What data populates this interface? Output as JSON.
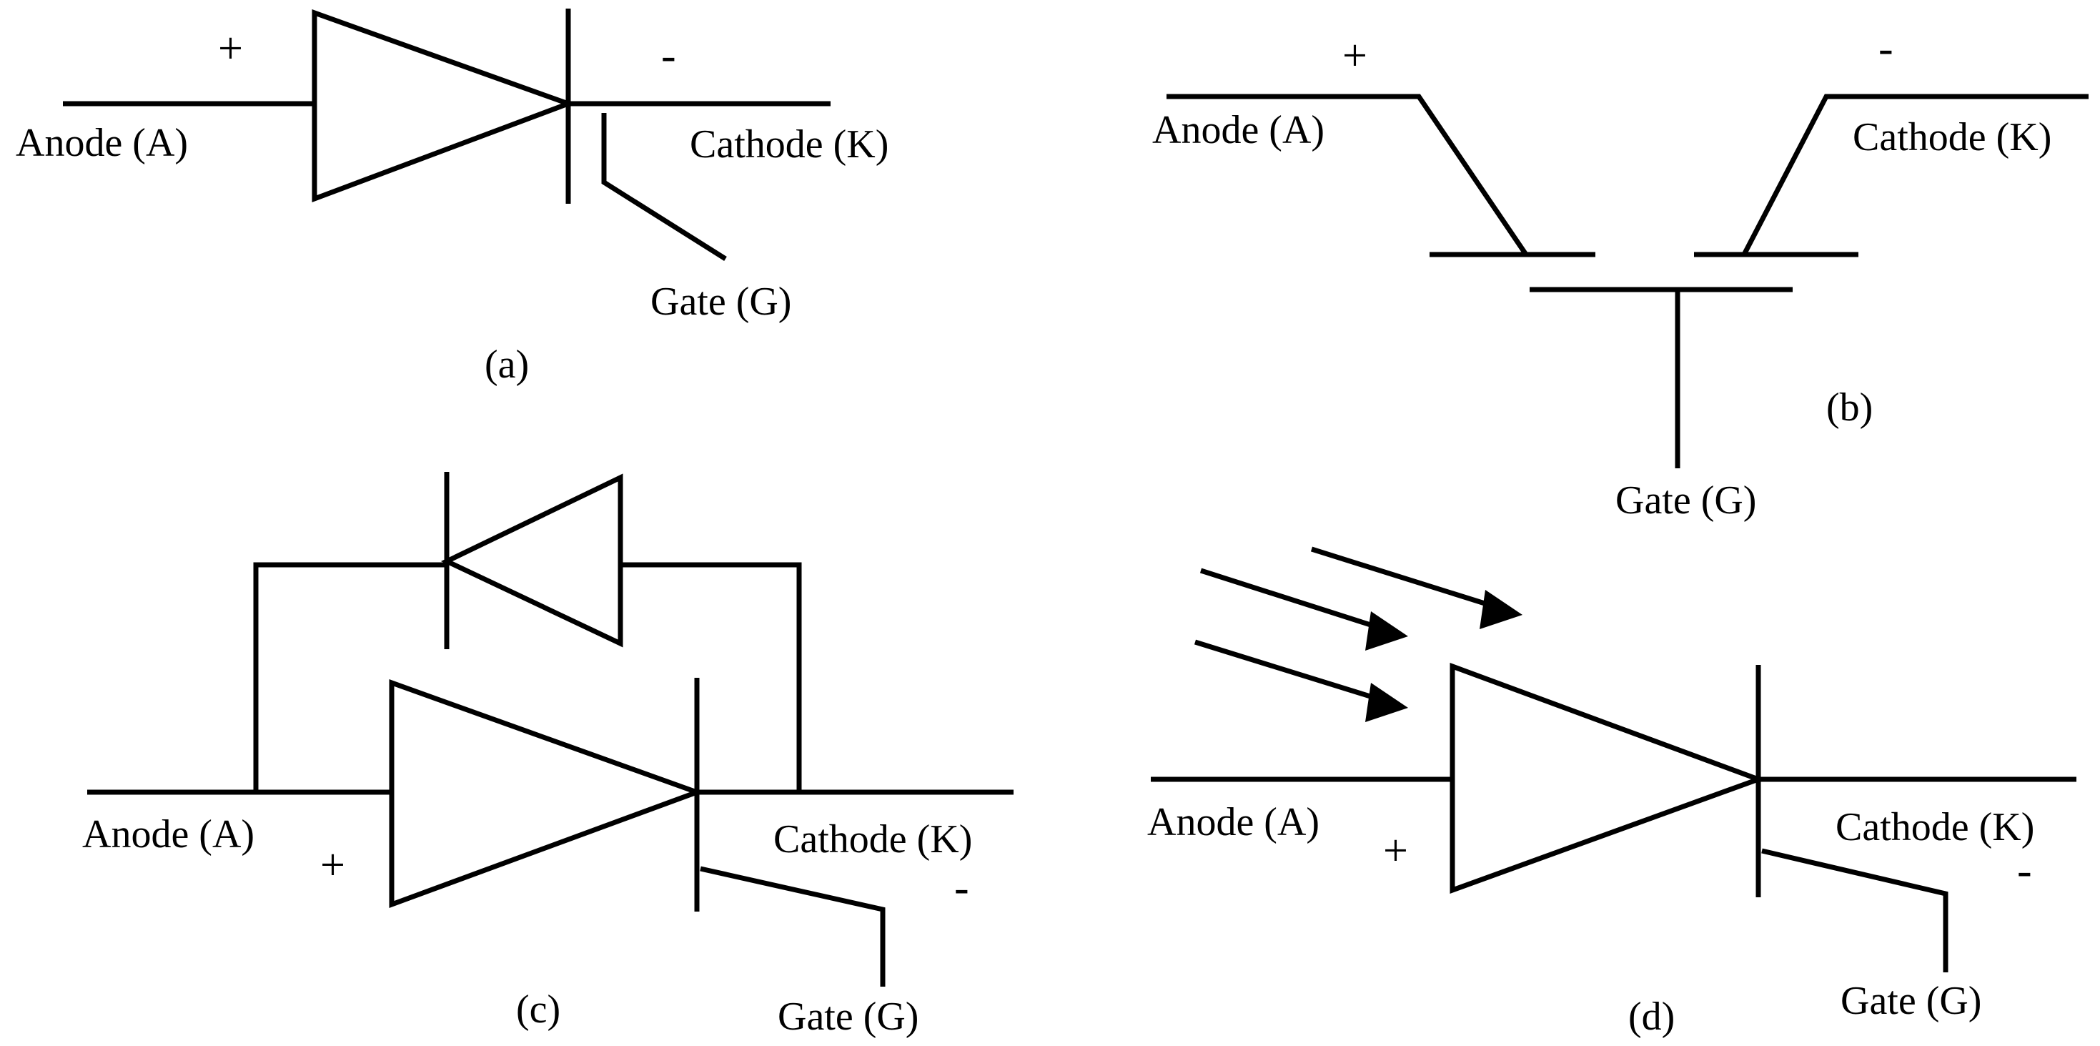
{
  "diagram_a": {
    "anode_label": "Anode (A)",
    "cathode_label": "Cathode (K)",
    "gate_label": "Gate (G)",
    "plus_sign": "+",
    "minus_sign": "-",
    "caption": "(a)"
  },
  "diagram_b": {
    "anode_label": "Anode (A)",
    "cathode_label": "Cathode (K)",
    "gate_label": "Gate (G)",
    "plus_sign": "+",
    "minus_sign": "-",
    "caption": "(b)"
  },
  "diagram_c": {
    "anode_label": "Anode (A)",
    "cathode_label": "Cathode (K)",
    "gate_label": "Gate (G)",
    "plus_sign": "+",
    "minus_sign": "-",
    "caption": "(c)"
  },
  "diagram_d": {
    "anode_label": "Anode (A)",
    "cathode_label": "Cathode (K)",
    "gate_label": "Gate (G)",
    "plus_sign": "+",
    "minus_sign": "-",
    "caption": "(d)"
  },
  "colors": {
    "stroke": "#000000",
    "background": "#ffffff"
  }
}
